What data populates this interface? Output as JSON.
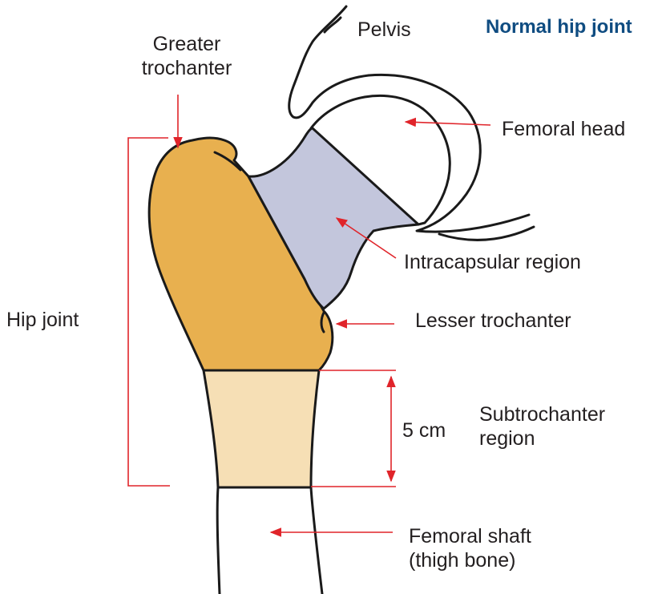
{
  "title": "Normal hip joint",
  "labels": {
    "pelvis": "Pelvis",
    "greater_trochanter": [
      "Greater",
      "trochanter"
    ],
    "femoral_head": "Femoral head",
    "intracapsular_region": "Intracapsular region",
    "hip_joint": "Hip joint",
    "lesser_trochanter": "Lesser trochanter",
    "measure": "5 cm",
    "subtrochanter_region": [
      "Subtrochanter",
      "region"
    ],
    "femoral_shaft": [
      "Femoral shaft",
      "(thigh bone)"
    ]
  },
  "colors": {
    "title": "#0f4c81",
    "trochanter": "#e8b04f",
    "intracapsular": "#c3c6dc",
    "subtrochanter": "#f6dfb5",
    "bone": "#ffffff",
    "outline": "#1a1a1a",
    "pointer": "#e0242a"
  }
}
